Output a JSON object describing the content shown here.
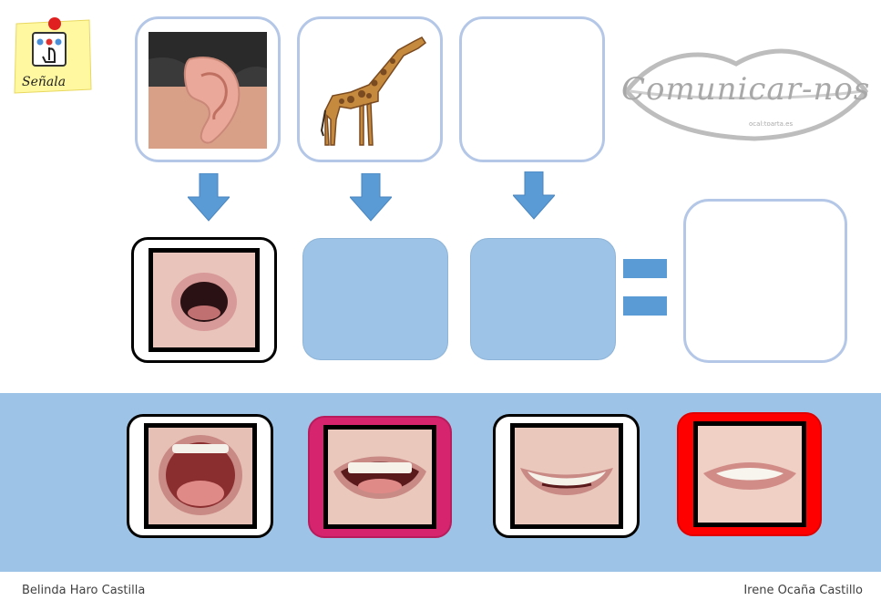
{
  "senala_card": {
    "label": "Señala"
  },
  "prompt_row": [
    {
      "name": "ear-picture"
    },
    {
      "name": "giraffe-picture"
    },
    {
      "name": "empty"
    }
  ],
  "logo_text": "Comunicar-nos",
  "logo_subtitle": "ocal:toarta.es",
  "footer": {
    "left_author": "Belinda Haro Castilla",
    "right_author": "Irene Ocaña Castillo"
  },
  "colors": {
    "card_outline": "#b4c7e7",
    "card_fill": "#9dc3e6",
    "arrow": "#5b9bd5",
    "band": "#9dc3e6",
    "magenta_frame": "#d6246e",
    "red_frame": "#ff0000"
  }
}
